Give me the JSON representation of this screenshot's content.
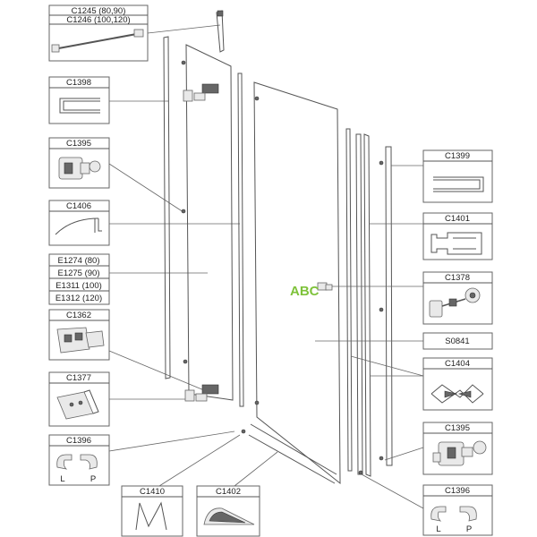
{
  "watermark": "ABC",
  "labels": {
    "c1245": "C1245 (80,90)",
    "c1246": "C1246 (100,120)",
    "c1398": "C1398",
    "c1395_left": "C1395",
    "c1406": "C1406",
    "e1274": "E1274 (80)",
    "e1275": "E1275 (90)",
    "e1311": "E1311 (100)",
    "e1312": "E1312 (120)",
    "c1362": "C1362",
    "c1377": "C1377",
    "c1396_left": "C1396",
    "c1410": "C1410",
    "c1402": "C1402",
    "c1399": "C1399",
    "c1401": "C1401",
    "c1378": "C1378",
    "s0841": "S0841",
    "c1404": "C1404",
    "c1395_right": "C1395",
    "c1396_right": "C1396",
    "lp_left_l": "L",
    "lp_left_p": "P",
    "lp_right_l": "L",
    "lp_right_p": "P"
  },
  "colors": {
    "line": "#555555",
    "watermark": "#7ec23a"
  }
}
